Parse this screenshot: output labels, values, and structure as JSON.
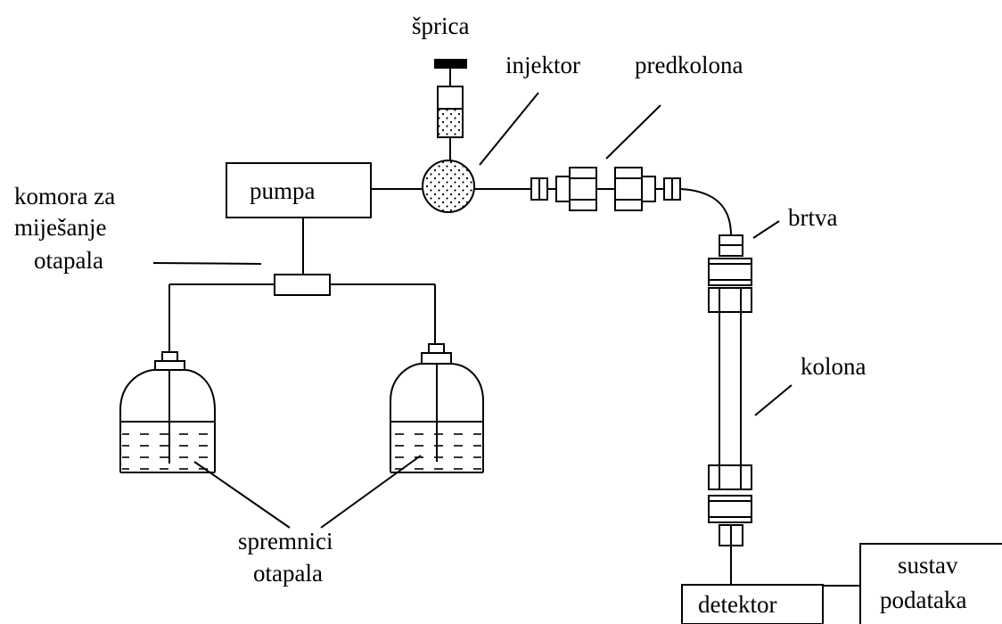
{
  "labels": {
    "syringe": "šprica",
    "injector": "injektor",
    "precolumn": "predkolona",
    "pump": "pumpa",
    "mixing_line1": "komora za",
    "mixing_line2": "miješanje",
    "mixing_line3": "otapala",
    "seal": "brtva",
    "column": "kolona",
    "reservoirs_line1": "spremnici",
    "reservoirs_line2": "otapala",
    "detector": "detektor",
    "data_line1": "sustav",
    "data_line2": "podataka"
  }
}
